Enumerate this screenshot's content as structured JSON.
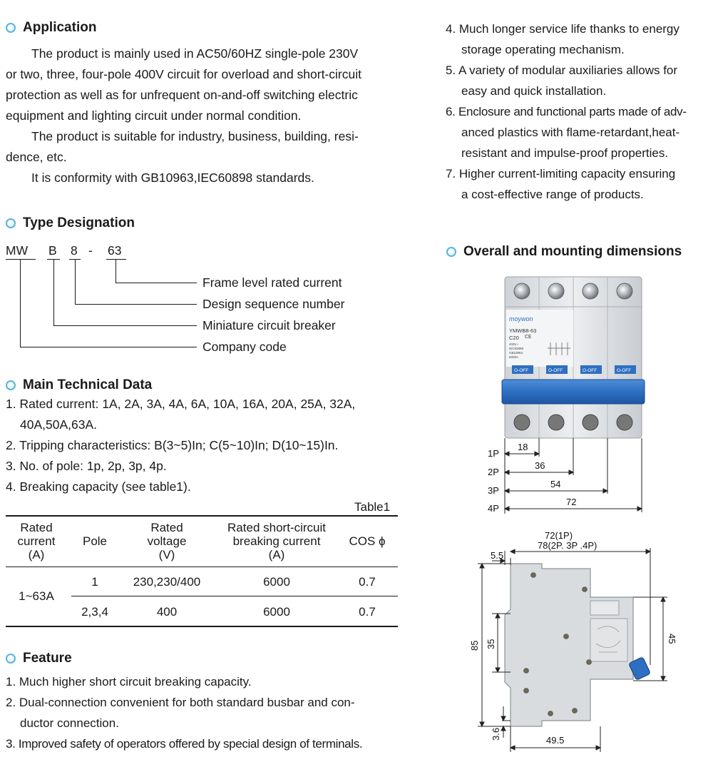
{
  "application": {
    "title": "Application",
    "lines": [
      "The product is mainly used in  AC50/60HZ single-pole 230V",
      "or two, three, four-pole 400V circuit for overload and short-circuit",
      "protection as well as for unfrequent on-and-off switching electric",
      "equipment and lighting circuit under normal condition.",
      "The product is suitable for industry, business, building, resi-",
      "dence, etc.",
      "It is conformity with GB10963,IEC60898 standards."
    ]
  },
  "type_designation": {
    "title": "Type Designation",
    "codes": [
      "MW",
      "B",
      "8",
      "-",
      "63"
    ],
    "labels": [
      "Frame level rated current",
      "Design sequence number",
      "Miniature circuit breaker",
      "Company code"
    ]
  },
  "main_technical_data": {
    "title": "Main Technical Data",
    "lines": [
      "1. Rated current: 1A, 2A, 3A, 4A, 6A, 10A, 16A, 20A, 25A, 32A,",
      "40A,50A,63A.",
      "2. Tripping characteristics: B(3~5)In; C(5~10)In; D(10~15)In.",
      "3. No. of pole: 1p, 2p, 3p, 4p.",
      "4. Breaking capacity (see table1)."
    ]
  },
  "table1": {
    "caption": "Table1",
    "headers": [
      "Rated\ncurrent\n(A)",
      "Pole",
      "Rated\nvoltage\n(V)",
      "Rated short-circuit\nbreaking current\n(A)",
      "COS ϕ"
    ],
    "current": "1~63A",
    "rows": [
      {
        "pole": "1",
        "voltage": "230,230/400",
        "breaking": "6000",
        "cos": "0.7"
      },
      {
        "pole": "2,3,4",
        "voltage": "400",
        "breaking": "6000",
        "cos": "0.7"
      }
    ]
  },
  "feature": {
    "title": "Feature",
    "lines": [
      "1. Much higher short circuit breaking capacity.",
      "2. Dual-connection convenient for both standard busbar and con-",
      "ductor connection.",
      "3. Improved safety of operators offered by special design of terminals.",
      "4. Much longer service life thanks to energy",
      "storage operating mechanism.",
      "5. A variety of modular auxiliaries allows for",
      "easy and quick installation.",
      "6. Enclosure and functional parts made of adv-",
      "anced plastics with flame-retardant,heat-",
      "resistant and impulse-proof properties.",
      "7. Higher current-limiting capacity ensuring",
      "a cost-effective range of products."
    ]
  },
  "dimensions": {
    "title": "Overall and mounting dimensions",
    "breaker": {
      "brand": "moywon",
      "model": "YMWB8-63",
      "rating": "C20",
      "small_text": [
        "400V~",
        "IEC60898",
        "GB10963",
        "6000A"
      ],
      "toggle_label": "O-OFF"
    },
    "front": {
      "poles": [
        "1P",
        "2P",
        "3P",
        "4P"
      ],
      "widths": [
        "18",
        "36",
        "54",
        "72"
      ]
    },
    "side": {
      "depth_1p": "72(1P)",
      "depth_multi": "78(2P. 3P .4P)",
      "d_5_5": "5.5",
      "h_85": "85",
      "h_35": "35",
      "h_45": "45",
      "h_3_6": "3.6",
      "w_49_5": "49.5"
    }
  }
}
